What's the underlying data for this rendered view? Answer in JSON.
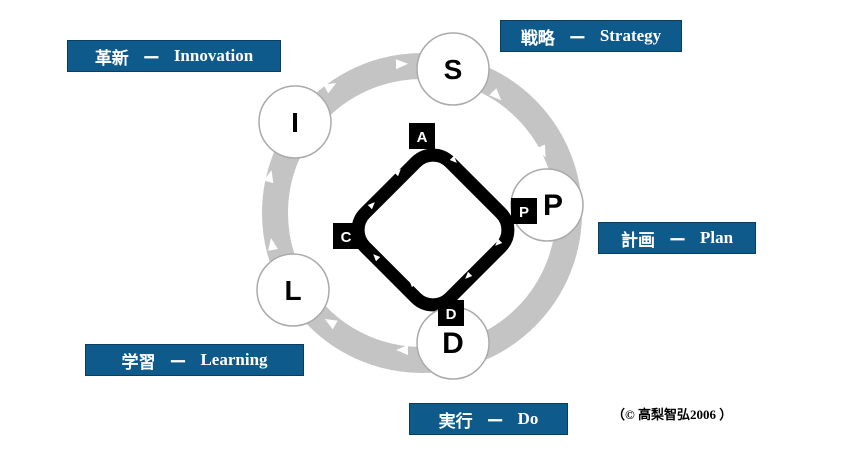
{
  "labels": {
    "innovation": {
      "jp": "革新",
      "dash": "ー",
      "en": "Innovation"
    },
    "strategy": {
      "jp": "戦略",
      "dash": "ー",
      "en": "Strategy"
    },
    "plan": {
      "jp": "計画",
      "dash": "ー",
      "en": "Plan"
    },
    "learning": {
      "jp": "学習",
      "dash": "ー",
      "en": "Learning"
    },
    "do": {
      "jp": "実行",
      "dash": "ー",
      "en": "Do"
    }
  },
  "outer_nodes": {
    "s": "S",
    "p": "P",
    "d": "D",
    "l": "L",
    "i": "I"
  },
  "inner_nodes": {
    "a": "A",
    "p": "P",
    "d": "D",
    "c": "C"
  },
  "copyright": "（© 高梨智弘2006 ）",
  "colors": {
    "label_bg": "#0e5a8a",
    "ring": "#c4c4c4",
    "inner_loop": "#000000"
  }
}
